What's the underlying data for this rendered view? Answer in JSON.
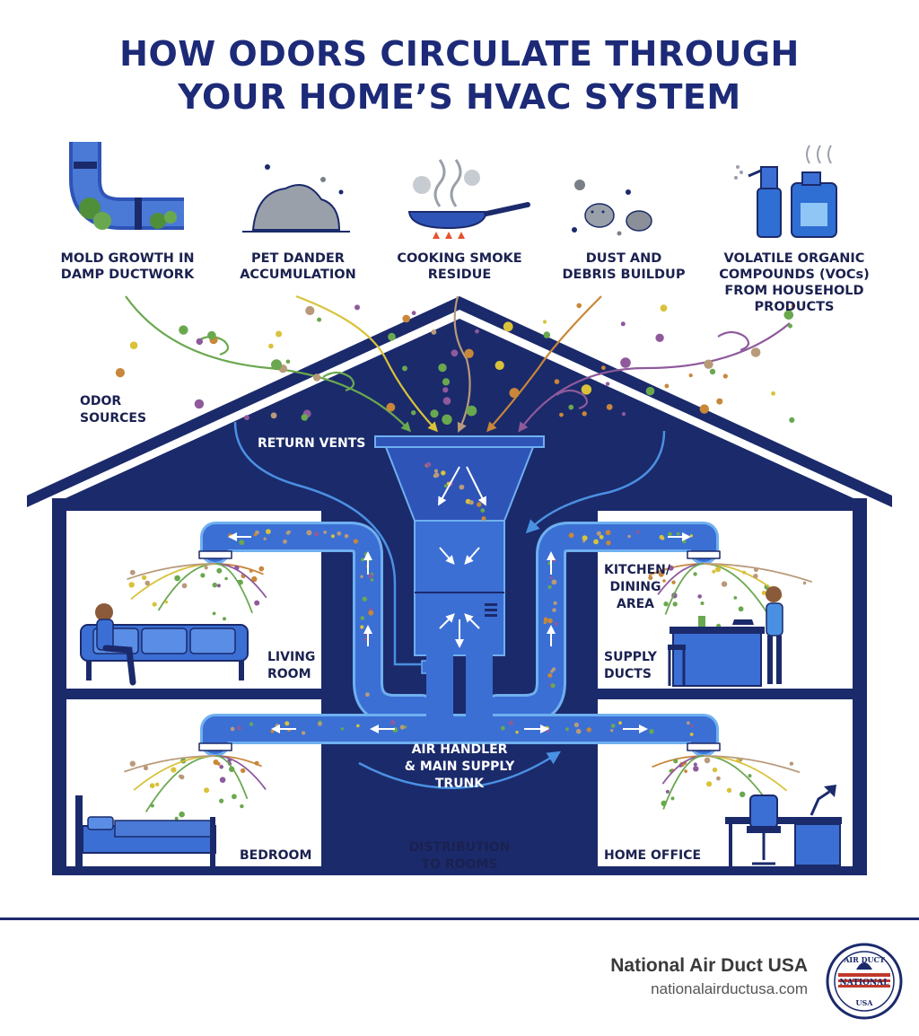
{
  "title": {
    "line1": "HOW ODORS CIRCULATE THROUGH",
    "line2": "YOUR HOME’S HVAC SYSTEM"
  },
  "sources": [
    {
      "icon": "moldy-duct-icon",
      "line1": "MOLD GROWTH IN",
      "line2": "DAMP DUCTWORK",
      "line3": "",
      "color": "#6aa84f"
    },
    {
      "icon": "pet-dander-icon",
      "line1": "PET DANDER",
      "line2": "ACCUMULATION",
      "line3": "",
      "color": "#d9c23a"
    },
    {
      "icon": "frying-pan-icon",
      "line1": "COOKING SMOKE",
      "line2": "RESIDUE",
      "line3": "",
      "color": "#b89a7a"
    },
    {
      "icon": "dust-debris-icon",
      "line1": "DUST AND",
      "line2": "DEBRIS BUILDUP",
      "line3": "",
      "color": "#c8873a"
    },
    {
      "icon": "spray-bottle-icon",
      "line1": "VOLATILE ORGANIC",
      "line2": "COMPOUNDS (VOCs)",
      "line3": "FROM HOUSEHOLD",
      "line4": "PRODUCTS",
      "color": "#8e5a9c"
    }
  ],
  "labels": {
    "odor_sources_1": "ODOR",
    "odor_sources_2": "SOURCES",
    "return_vents": "RETURN VENTS",
    "living_1": "LIVING",
    "living_2": "ROOM",
    "kitchen_1": "KITCHEN/",
    "kitchen_2": "DINING",
    "kitchen_3": "AREA",
    "supply_1": "SUPPLY",
    "supply_2": "DUCTS",
    "air_handler_1": "AIR HANDLER",
    "air_handler_2": "& MAIN SUPPLY",
    "air_handler_3": "TRUNK",
    "bedroom": "BEDROOM",
    "distribution_1": "DISTRIBUTION",
    "distribution_2": "TO ROOMS",
    "home_office": "HOME OFFICE"
  },
  "footer": {
    "brand": "National Air Duct USA",
    "url": "nationalairductusa.com",
    "seal_top": "AIR DUCT",
    "seal_mid": "NATIONAL",
    "seal_bottom": "USA"
  },
  "colors": {
    "navy": "#1b2a6b",
    "duct": "#3b6fd4",
    "duct_light": "#6fb0f0",
    "mold": "#6aa84f",
    "dander": "#d9c23a",
    "smoke": "#b89a7a",
    "dust": "#c8873a",
    "voc": "#8e5a9c"
  }
}
